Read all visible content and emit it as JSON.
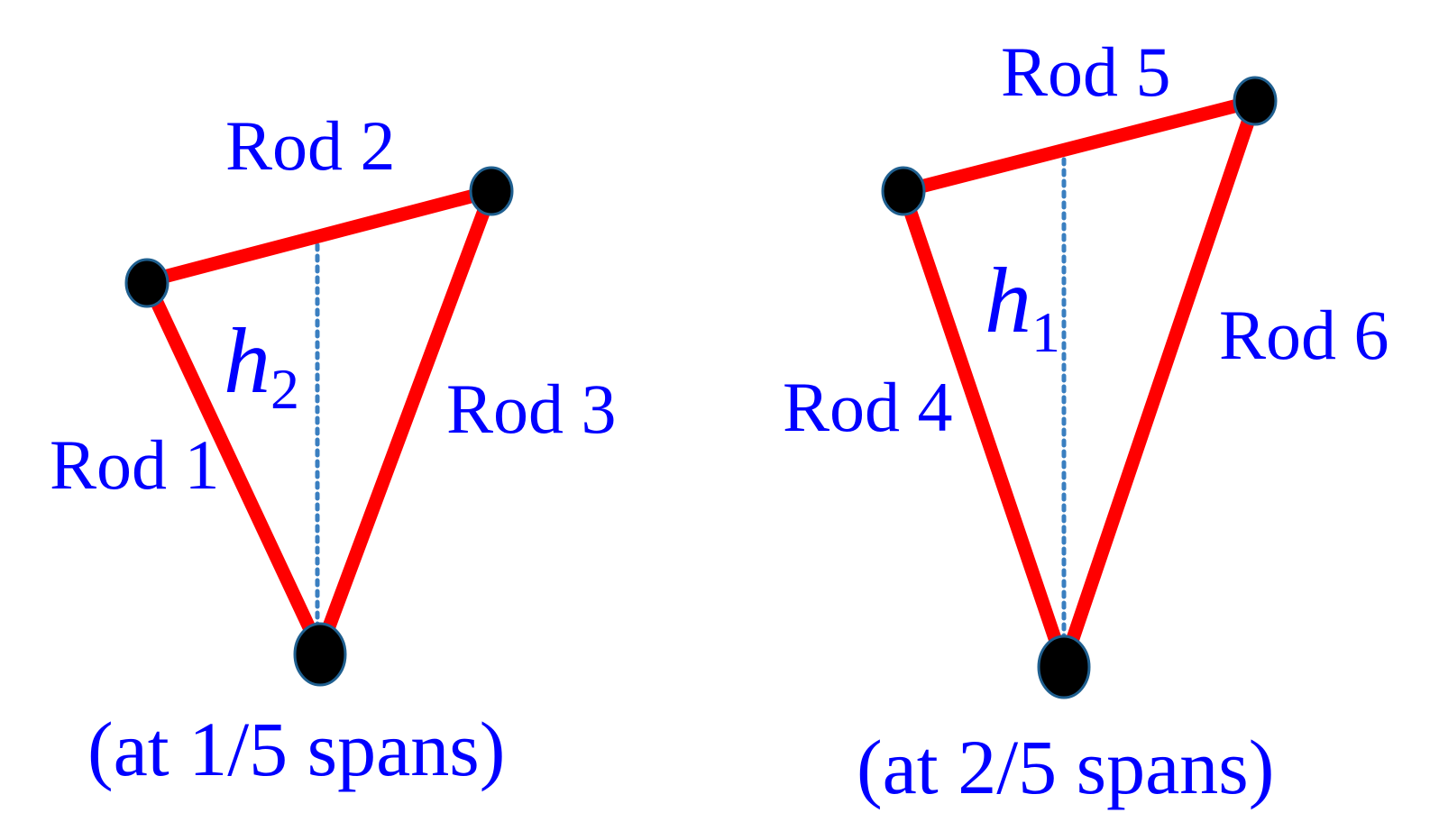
{
  "colors": {
    "rod": "#ff0000",
    "joint": "#000000",
    "joint_outline": "#1f5f8f",
    "height_line": "#3a7fc0",
    "text": "#0000ff",
    "background": "#ffffff"
  },
  "left_truss": {
    "rod_1": "Rod 1",
    "rod_2": "Rod 2",
    "rod_3": "Rod 3",
    "height_symbol": "h",
    "height_subscript": "2",
    "caption": "(at 1/5 spans)"
  },
  "right_truss": {
    "rod_4": "Rod 4",
    "rod_5": "Rod 5",
    "rod_6": "Rod 6",
    "height_symbol": "h",
    "height_subscript": "1",
    "caption": "(at 2/5 spans)"
  }
}
